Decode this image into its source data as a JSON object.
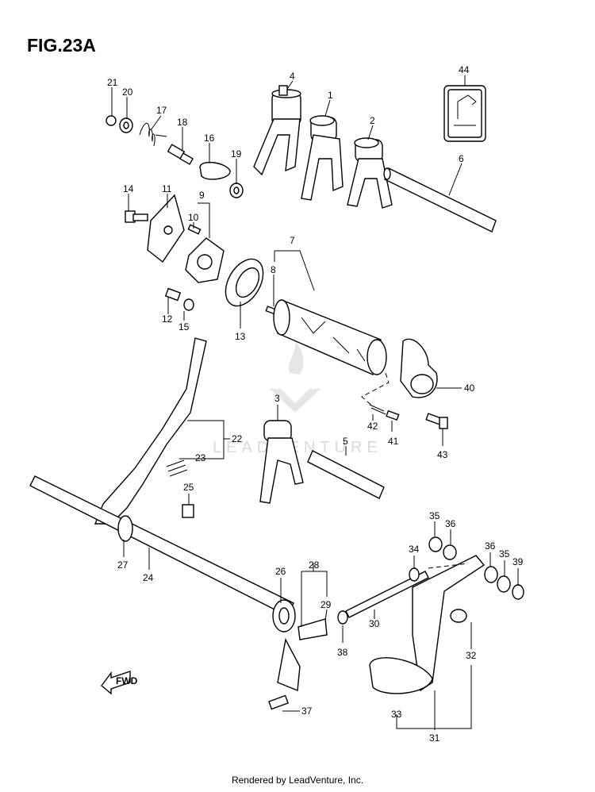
{
  "figure_title": "FIG.23A",
  "footer": "Rendered by LeadVenture, Inc.",
  "watermark": "LEADVENTURE",
  "fwd_label": "FWD",
  "callouts": {
    "c1": "1",
    "c2": "2",
    "c3": "3",
    "c4": "4",
    "c5": "5",
    "c6": "6",
    "c7": "7",
    "c8": "8",
    "c9": "9",
    "c10": "10",
    "c11": "11",
    "c12": "12",
    "c13": "13",
    "c14": "14",
    "c15": "15",
    "c16": "16",
    "c17": "17",
    "c18": "18",
    "c19": "19",
    "c20": "20",
    "c21": "21",
    "c22": "22",
    "c23": "23",
    "c24": "24",
    "c25": "25",
    "c26": "26",
    "c27": "27",
    "c28": "28",
    "c29": "29",
    "c30": "30",
    "c31": "31",
    "c32": "32",
    "c33": "33",
    "c34": "34",
    "c35": "35",
    "c36": "36",
    "c36b": "36",
    "c35b": "35",
    "c37": "37",
    "c38": "38",
    "c39": "39",
    "c40": "40",
    "c41": "41",
    "c42": "42",
    "c43": "43",
    "c44": "44"
  }
}
